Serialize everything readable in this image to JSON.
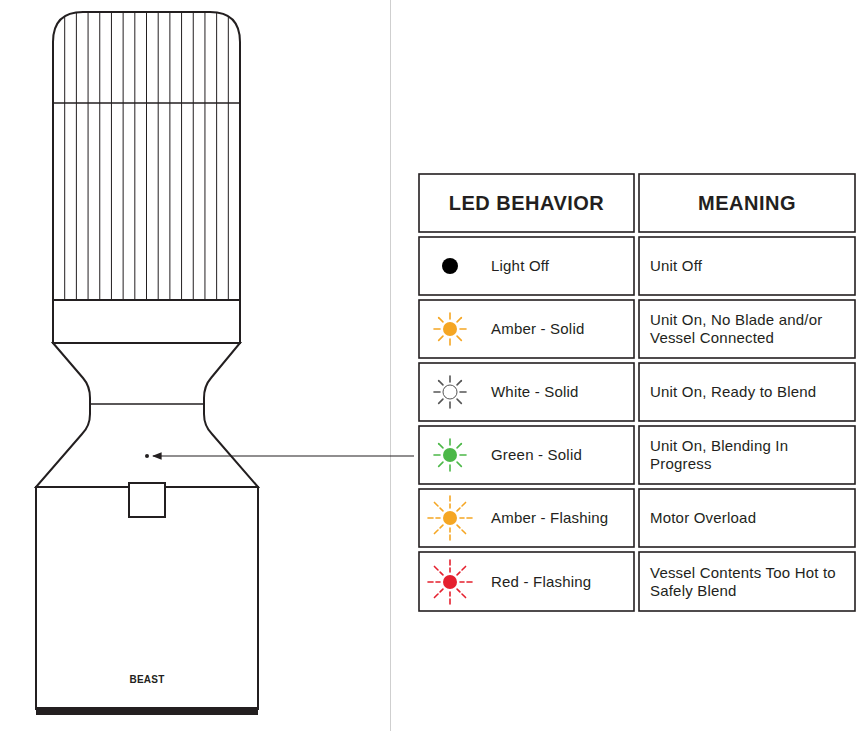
{
  "diagram": {
    "labels": [
      "BEAST",
      "LED BEHAVIOR",
      "MEANING",
      "Light Off",
      "Unit Off",
      "Amber - Solid",
      "Unit On, No Blade and/or Vessel Connected",
      "White - Solid",
      "Unit On, Ready to Blend",
      "Green - Solid",
      "Unit On, Blending In Progress",
      "Amber - Flashing",
      "Motor Overload",
      "Red - Flashing",
      "Vessel Contents Too Hot to Safely Blend"
    ]
  }
}
